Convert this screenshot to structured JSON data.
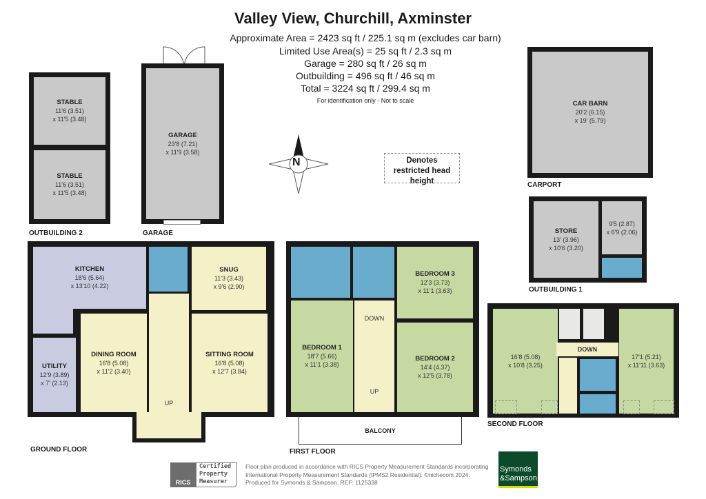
{
  "header": {
    "title": "Valley View, Churchill, Axminster",
    "areas": [
      "Approximate Area = 2423 sq ft / 225.1 sq m (excludes car barn)",
      "Limited Use Area(s) = 25 sq ft / 2.3 sq m",
      "Garage = 280 sq ft / 26 sq m",
      "Outbuilding = 496 sq ft / 46 sq m",
      "Total = 3224 sq ft / 299.4 sq m"
    ],
    "note": "For identification only - Not to scale"
  },
  "compass": {
    "letter": "N",
    "icon": "compass-north-icon"
  },
  "legend": {
    "text": "Denotes restricted head height"
  },
  "outbuilding2": {
    "label": "OUTBUILDING 2",
    "stable1": {
      "name": "STABLE",
      "dim1": "11'6 (3.51)",
      "dim2": "x 11'5 (3.48)"
    },
    "stable2": {
      "name": "STABLE",
      "dim1": "11'6 (3.51)",
      "dim2": "x 11'5 (3.48)"
    }
  },
  "garage": {
    "label": "GARAGE",
    "name": "GARAGE",
    "dim1": "23'8 (7.21)",
    "dim2": "x 11'9 (3.58)"
  },
  "carport": {
    "label": "CARPORT",
    "name": "CAR BARN",
    "dim1": "20'2 (6.15)",
    "dim2": "x 19' (5.79)"
  },
  "outbuilding1": {
    "label": "OUTBUILDING 1",
    "store": {
      "name": "STORE",
      "dim1": "13' (3.96)",
      "dim2": "x 10'6 (3.20)"
    },
    "room": {
      "dim1": "9'5 (2.87)",
      "dim2": "x 6'9 (2.06)"
    }
  },
  "ground_floor": {
    "label": "GROUND FLOOR",
    "kitchen": {
      "name": "KITCHEN",
      "dim1": "18'6 (5.64)",
      "dim2": "x 13'10 (4.22)"
    },
    "snug": {
      "name": "SNUG",
      "dim1": "11'3 (3.43)",
      "dim2": "x 9'6 (2.90)"
    },
    "utility": {
      "name": "UTILITY",
      "dim1": "12'9 (3.89)",
      "dim2": "x 7' (2.13)"
    },
    "dining": {
      "name": "DINING ROOM",
      "dim1": "16'8 (5.08)",
      "dim2": "x 11'2 (3.40)"
    },
    "sitting": {
      "name": "SITTING ROOM",
      "dim1": "16'8 (5.08)",
      "dim2": "x 12'7 (3.84)"
    },
    "stairs": "UP"
  },
  "first_floor": {
    "label": "FIRST FLOOR",
    "bedroom1": {
      "name": "BEDROOM 1",
      "dim1": "18'7 (5.66)",
      "dim2": "x 11'1 (3.38)"
    },
    "bedroom2": {
      "name": "BEDROOM 2",
      "dim1": "14'4 (4.37)",
      "dim2": "x 12'5 (3.78)"
    },
    "bedroom3": {
      "name": "BEDROOM 3",
      "dim1": "12'3 (3.73)",
      "dim2": "x 11'1 (3.63)"
    },
    "balcony": "BALCONY",
    "down": "DOWN",
    "up": "UP"
  },
  "second_floor": {
    "label": "SECOND FLOOR",
    "left_room": {
      "dim1": "16'8 (5.08)",
      "dim2": "x 10'8 (3.25)"
    },
    "right_room": {
      "dim1": "17'1 (5.21)",
      "dim2": "x 11'11 (3.63)"
    },
    "down": "DOWN"
  },
  "footer": {
    "rics_logo": "RICS",
    "certified": [
      "Certified",
      "Property",
      "Measurer"
    ],
    "disclaimer": [
      "Floor plan produced in accordance with RICS Property Measurement Standards incorporating",
      "International Property Measurement Standards (IPMS2 Residential).  ©nichecom 2024.",
      "Produced for Symonds & Sampson.   REF: 1125338"
    ],
    "brand": [
      "Symonds",
      "&Sampson"
    ],
    "brand_color": "#0b4a2a",
    "brand_accent": "#d6e000"
  },
  "colors": {
    "wall": "#1a1a1a",
    "outbuilding": "#c9c9c9",
    "kitchen": "#c9cbe0",
    "hall": "#f4f0c8",
    "bathroom": "#6aaccd",
    "bedroom": "#c7d9a3"
  }
}
